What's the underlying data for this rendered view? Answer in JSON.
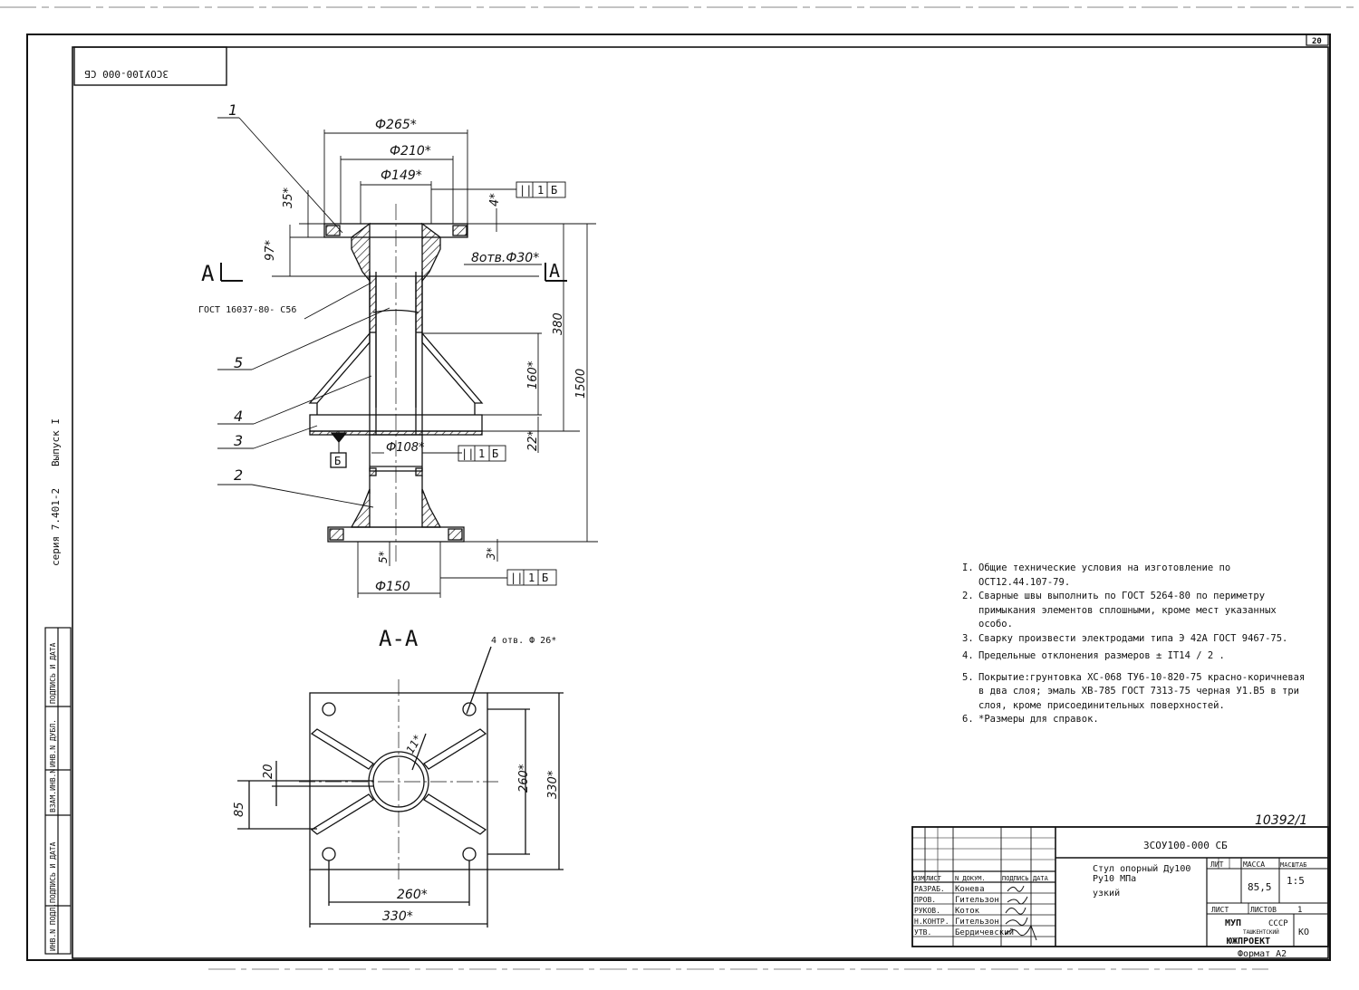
{
  "sheet": {
    "sheet_number": "20",
    "rotated_code": "3СОУ100-000 СБ",
    "series": "серия 7.401-2",
    "issue": "Выпуск I",
    "archive_number": "10392/1",
    "format": "Формат А2"
  },
  "side_stamp": {
    "cols": [
      "ИНВ.N ПОДЛ.",
      "ПОДПИСЬ И ДАТА",
      "ВЗАМ.ИНВ.N",
      "ИНВ.N ДУБЛ.",
      "ПОДПИСЬ И ДАТА"
    ]
  },
  "view_main": {
    "callouts": [
      "1",
      "2",
      "3",
      "4",
      "5"
    ],
    "dims": {
      "d265": "Ф265*",
      "d210": "Ф210*",
      "d149": "Ф149*",
      "d108": "Ф108*",
      "d150": "Ф150",
      "h35": "35*",
      "h97": "97*",
      "h4": "4*",
      "h380": "380",
      "h1500": "1500",
      "h160": "160*",
      "h22": "22*",
      "h5": "5*",
      "h3": "3*",
      "holes": "8отв.Ф30*"
    },
    "section_letter": "А",
    "gost_label": "ГОСТ 16037-80- С56",
    "tolerance": [
      "||",
      "1",
      "Б"
    ],
    "datum": "Б"
  },
  "view_section": {
    "title": "А-А",
    "holes_label": "4 отв. Ф 26*",
    "dims": {
      "d11": "11*",
      "d20": "20",
      "d85": "85",
      "d260v": "260*",
      "d330v": "330*",
      "d260h": "260*",
      "d330h": "330*"
    }
  },
  "notes": [
    {
      "num": "I.",
      "text": "Общие технические условия на изготовление по ОСТ12.44.107-79."
    },
    {
      "num": "2.",
      "text": "Сварные швы выполнить по ГОСТ 5264-80 по периметру примыкания элементов сплошными, кроме мест указанных особо."
    },
    {
      "num": "3.",
      "text": "Сварку произвести электродами типа Э 42А ГОСТ 9467-75."
    },
    {
      "num": "4.",
      "text": "Предельные отклонения размеров ± IT14 / 2 ."
    },
    {
      "num": "5.",
      "text": "Покрытие:грунтовка ХС-068 ТУ6-10-820-75 красно-коричневая в два слоя; эмаль ХВ-785 ГОСТ 7313-75 черная У1.В5 в три слоя, кроме присоединительных поверхностей."
    },
    {
      "num": "6.",
      "text": "*Размеры для справок."
    }
  ],
  "title_block": {
    "designation": "3СОУ100-000 СБ",
    "name_lines": [
      "Стул опорный Ду100",
      "Ру10 МПа",
      "узкий"
    ],
    "head_cols": [
      "ИЗМ",
      "ЛИСТ",
      "N ДОКУМ.",
      "ПОДПИСЬ",
      "ДАТА"
    ],
    "rows": [
      {
        "role": "РАЗРАБ.",
        "person": "Конева"
      },
      {
        "role": "ПРОВ.",
        "person": "Гительзон"
      },
      {
        "role": "РУКОВ.",
        "person": "Коток"
      },
      {
        "role": "Н.КОНТР.",
        "person": "Гительзон"
      },
      {
        "role": "УТВ.",
        "person": "Бердичевский"
      }
    ],
    "lit_label": "ЛИТ",
    "mass_label": "МАССА",
    "scale_label": "МАСШТАБ",
    "mass": "85,5",
    "scale": "1:5",
    "sheet_label": "ЛИСТ",
    "sheets_label": "ЛИСТОВ",
    "sheets": "1",
    "org_lines": [
      "МУП",
      "СССР",
      "ТАШКЕНТСКИЙ",
      "ЮЖПРОЕКТ"
    ],
    "org_code": "КО"
  }
}
